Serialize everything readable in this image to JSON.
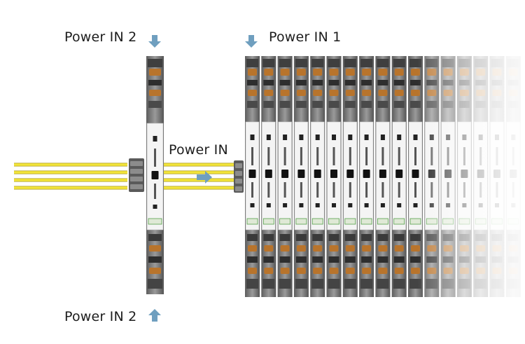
{
  "labels": {
    "power_in_2_top": "Power IN 2",
    "power_in_1": "Power IN 1",
    "power_in": "Power IN",
    "power_in_2_bottom": "Power IN 2"
  },
  "colors": {
    "arrow": "#6f9fbf",
    "wire": "#f2e43a",
    "module_body": "#f4f4f4",
    "housing": "#7c7c7c",
    "contact_orange": "#b8742c",
    "contact_green": "#55a14a"
  },
  "diagram": {
    "module_count": 17,
    "wire_count": 4
  }
}
